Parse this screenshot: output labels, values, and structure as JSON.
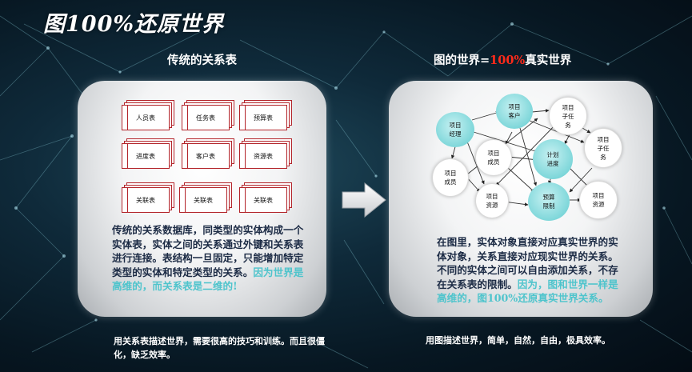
{
  "title": "图100%还原世界",
  "left": {
    "heading": "传统的关系表",
    "tables": [
      "人员表",
      "任务表",
      "预算表",
      "进度表",
      "客户表",
      "资源表",
      "关联表",
      "关联表",
      "关联表"
    ],
    "desc_main": "传统的关系数据库，同类型的实体构成一个实体表，实体之间的关系通过外键和关系表进行连接。表结构一旦固定，只能增加特定类型的实体和特定类型的关系。",
    "desc_highlight": "因为世界是高维的，而关系表是二维的!",
    "caption": "用关系表描述世界，需要很高的技巧和训练。而且很僵化，缺乏效率。"
  },
  "right": {
    "heading_pre": "图的世界=",
    "heading_highlight": "100%",
    "heading_post": "真实世界",
    "nodes": [
      {
        "label": "项目\n经理",
        "style": "teal"
      },
      {
        "label": "项目\n客户",
        "style": "teal"
      },
      {
        "label": "项目\n子任\n务",
        "style": "white"
      },
      {
        "label": "项目\n成员",
        "style": "white"
      },
      {
        "label": "计划\n进度",
        "style": "teal"
      },
      {
        "label": "项目\n子任\n务",
        "style": "white"
      },
      {
        "label": "项目\n成员",
        "style": "white"
      },
      {
        "label": "项目\n资源",
        "style": "white"
      },
      {
        "label": "预算\n限制",
        "style": "teal"
      },
      {
        "label": "项目\n资源",
        "style": "white"
      }
    ],
    "desc_main": "在图里，实体对象直接对应真实世界的实体对象，关系直接对应现实世界的关系。不同的实体之间可以自由添加关系，不存在关系表的限制。",
    "desc_highlight": "因为，图和世界一样是高维的，图100%还原真实世界关系。",
    "caption": "用图描述世界，简单，自然，自由，极具效率。"
  },
  "colors": {
    "highlight_red": "#ff2a1a",
    "teal": "#4ec4cc",
    "table_border": "#b3242a",
    "desc_text": "#1c2b45"
  }
}
